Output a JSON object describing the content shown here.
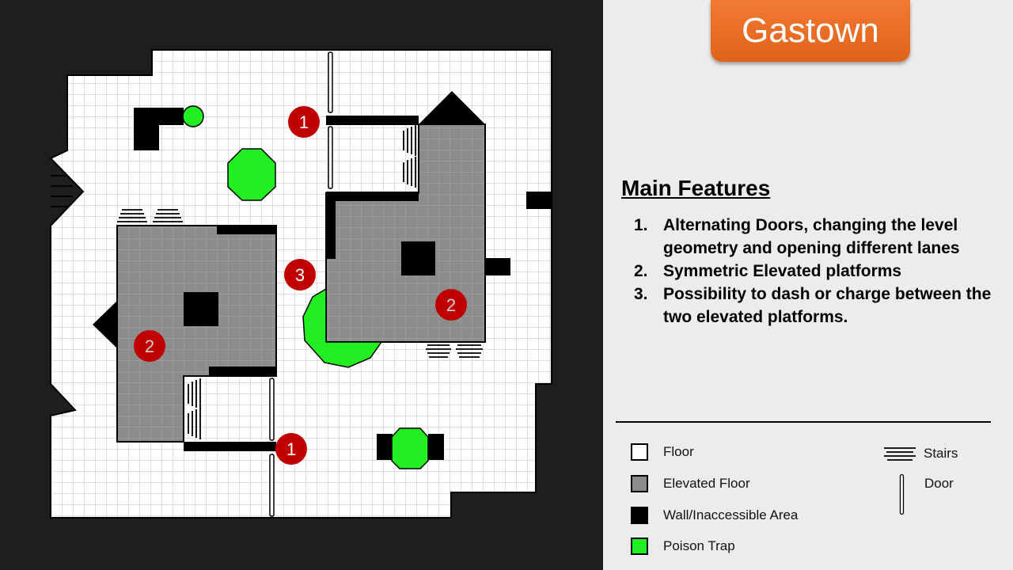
{
  "title": "Gastown",
  "features": {
    "heading": "Main Features",
    "items": [
      {
        "num": "1.",
        "text": "Alternating Doors, changing the level geometry and opening different lanes"
      },
      {
        "num": "2.",
        "text": "Symmetric Elevated platforms"
      },
      {
        "num": "3.",
        "text": "Possibility to dash or charge between the two elevated platforms."
      }
    ]
  },
  "legend": {
    "floor": {
      "label": "Floor",
      "color": "#ffffff"
    },
    "elevated": {
      "label": "Elevated Floor",
      "color": "#8c8c8c"
    },
    "wall": {
      "label": "Wall/Inaccessible Area",
      "color": "#000000"
    },
    "poison": {
      "label": "Poison Trap",
      "color": "#22ee22"
    },
    "stairs": {
      "label": "Stairs"
    },
    "door": {
      "label": "Door"
    }
  },
  "markers": [
    "1",
    "1",
    "2",
    "2",
    "3"
  ],
  "colors": {
    "accent": "#ef6c22",
    "marker": "#c00000",
    "background": "#1e1e1e"
  }
}
